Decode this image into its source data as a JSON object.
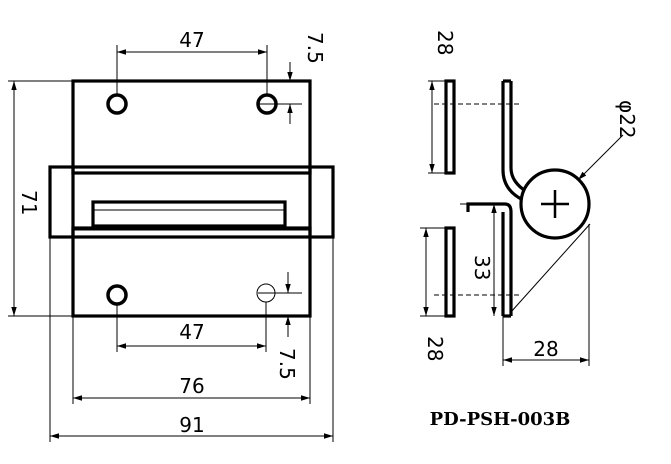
{
  "drawing": {
    "part_code": "PD-PSH-003B",
    "front_view": {
      "dim_top_hole_spacing": "47",
      "dim_top_hole_offset": "7.5",
      "dim_height": "71",
      "dim_bottom_hole_spacing": "47",
      "dim_bottom_hole_offset": "7.5",
      "dim_plate_width": "76",
      "dim_overall_width": "91"
    },
    "side_view": {
      "dim_upper_leaf": "28",
      "dim_diameter": "φ22",
      "dim_lower_rise": "33",
      "dim_lower_leaf": "28",
      "dim_projection": "28"
    }
  }
}
